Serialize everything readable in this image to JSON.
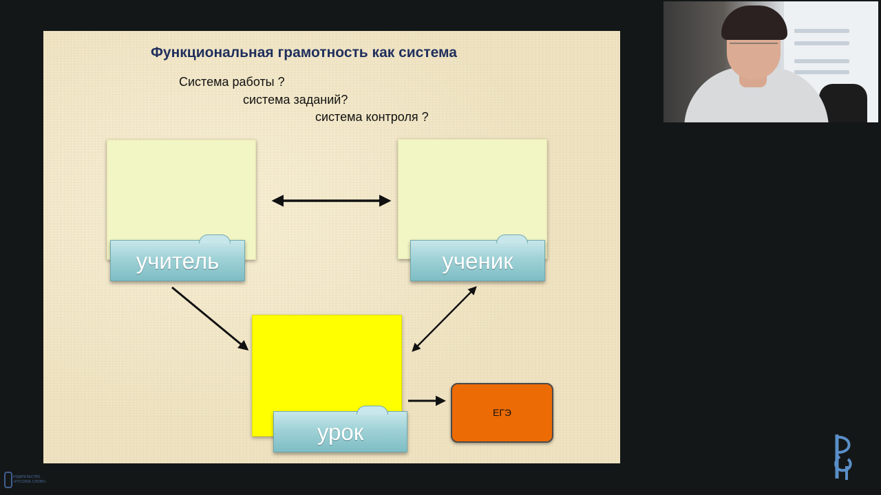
{
  "slide": {
    "title": "Функциональная грамотность как система",
    "questions": [
      "Система  работы ?",
      "система заданий?",
      "система контроля ?"
    ],
    "nodes": {
      "teacher": "учитель",
      "student": "ученик",
      "lesson": "урок",
      "exam": "ЕГЭ"
    }
  },
  "colors": {
    "slide_bg": "#efe3c2",
    "box_light": "#f2f5c4",
    "box_lesson": "#ffff00",
    "tag": "#9fd2d7",
    "exam": "#ec6b05",
    "title": "#1f2f5c"
  },
  "logo": {
    "line1": "ИЗДАТЕЛЬСТВО",
    "line2": "«РУССКОЕ СЛОВО»"
  }
}
